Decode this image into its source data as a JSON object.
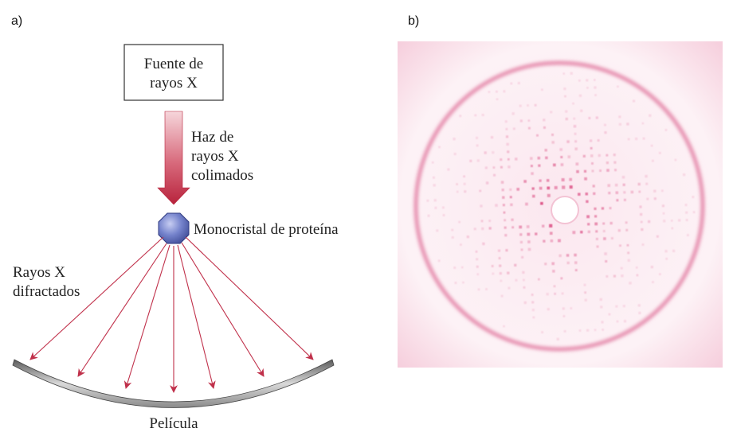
{
  "panel_a": {
    "label": "a)",
    "source_box": {
      "line1": "Fuente de",
      "line2": "rayos X"
    },
    "beam_label": {
      "line1": "Haz de",
      "line2": "rayos X",
      "line3": "colimados"
    },
    "crystal_label": "Monocristal de proteína",
    "diffracted_label": {
      "line1": "Rayos X",
      "line2": "difractados"
    },
    "film_label": "Película",
    "colors": {
      "arrow": "#c0304a",
      "crystal": "#6b79c8",
      "film": "#9a9a9a"
    }
  },
  "panel_b": {
    "label": "b)",
    "colors": {
      "spot": "#d6306e",
      "background": "#fbe3ec",
      "ring": "#e58aad"
    }
  }
}
